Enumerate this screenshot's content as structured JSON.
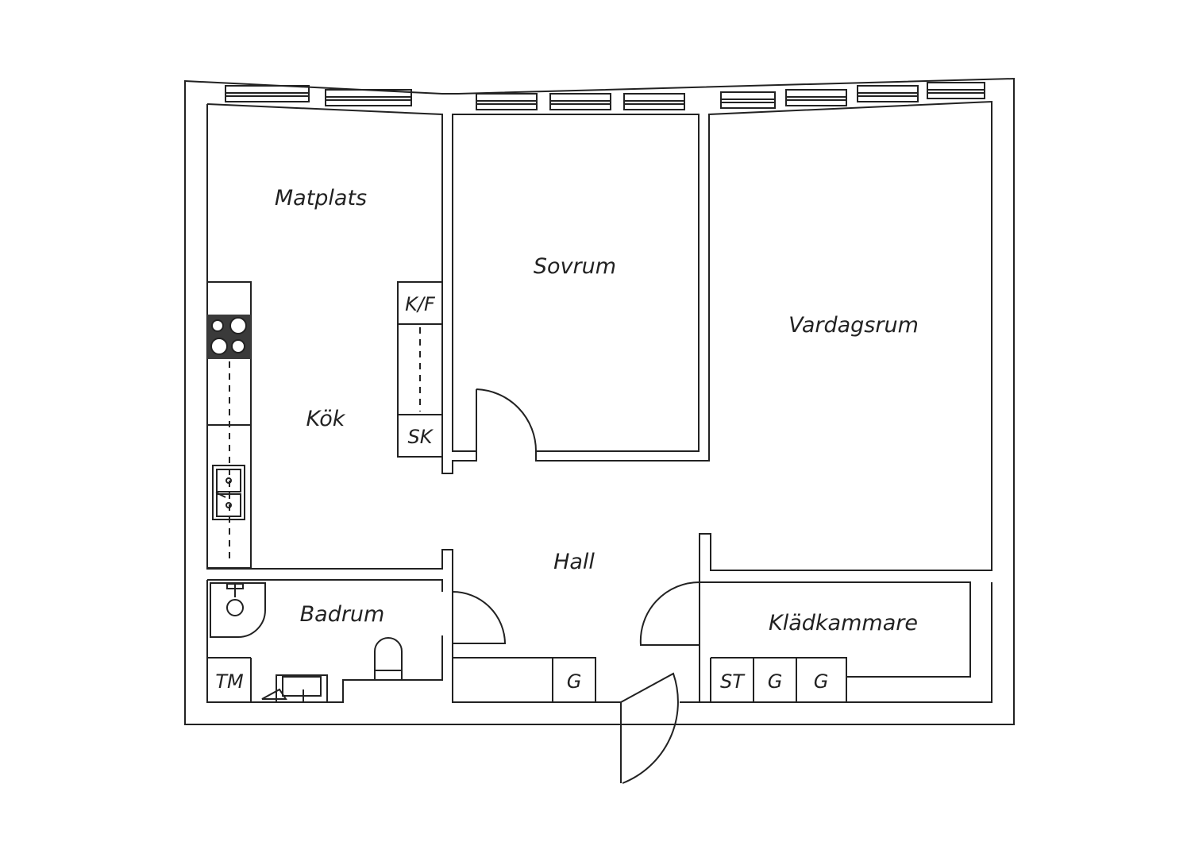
{
  "colors": {
    "wall": "#222222",
    "background": "#ffffff",
    "hob": "#3a3a3a"
  },
  "rooms": {
    "matplats": "Matplats",
    "sovrum": "Sovrum",
    "vardagsrum": "Vardagsrum",
    "kok": "Kök",
    "hall": "Hall",
    "badrum": "Badrum",
    "kladkammare": "Klädkammare"
  },
  "fixtures": {
    "kf": "K/F",
    "sk": "SK",
    "tm": "TM",
    "g_hall": "G",
    "st": "ST",
    "g_closet_1": "G",
    "g_closet_2": "G"
  }
}
